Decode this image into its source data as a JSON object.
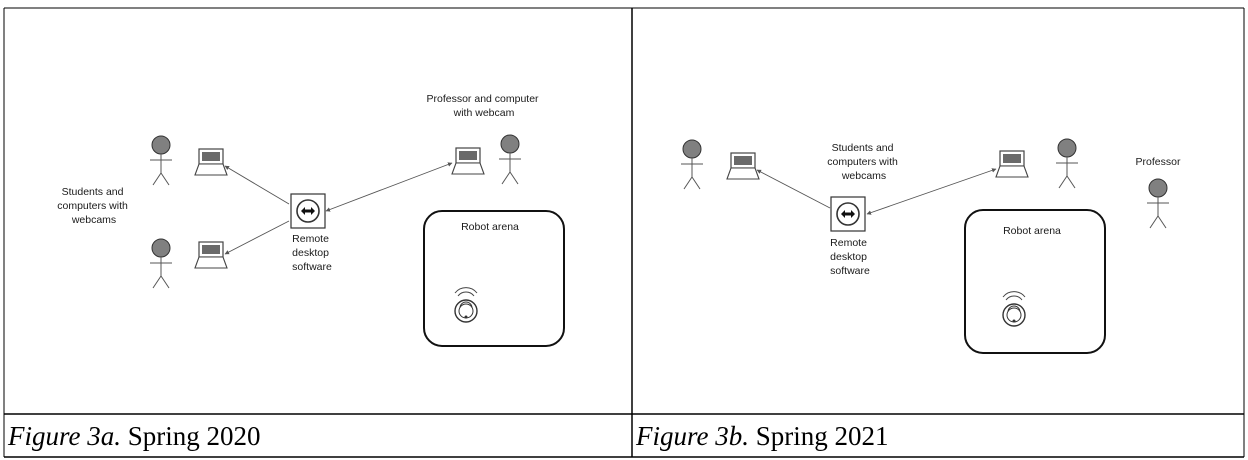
{
  "figures": [
    {
      "caption_label": "Figure 3a.",
      "caption_text": " Spring 2020",
      "labels": {
        "students": [
          "Students and",
          "computers with",
          "webcams"
        ],
        "professor": [
          "Professor and computer",
          "with webcam"
        ],
        "remote": [
          "Remote",
          "desktop",
          "software"
        ],
        "arena": "Robot arena"
      }
    },
    {
      "caption_label": "Figure 3b.",
      "caption_text": " Spring 2021",
      "labels": {
        "students": [
          "Students and",
          "computers with",
          "webcams"
        ],
        "professor": "Professor",
        "remote": [
          "Remote",
          "desktop",
          "software"
        ],
        "arena": "Robot arena"
      }
    }
  ],
  "colors": {
    "person_fill": "#808080",
    "border": "#000000",
    "line": "#555555"
  }
}
